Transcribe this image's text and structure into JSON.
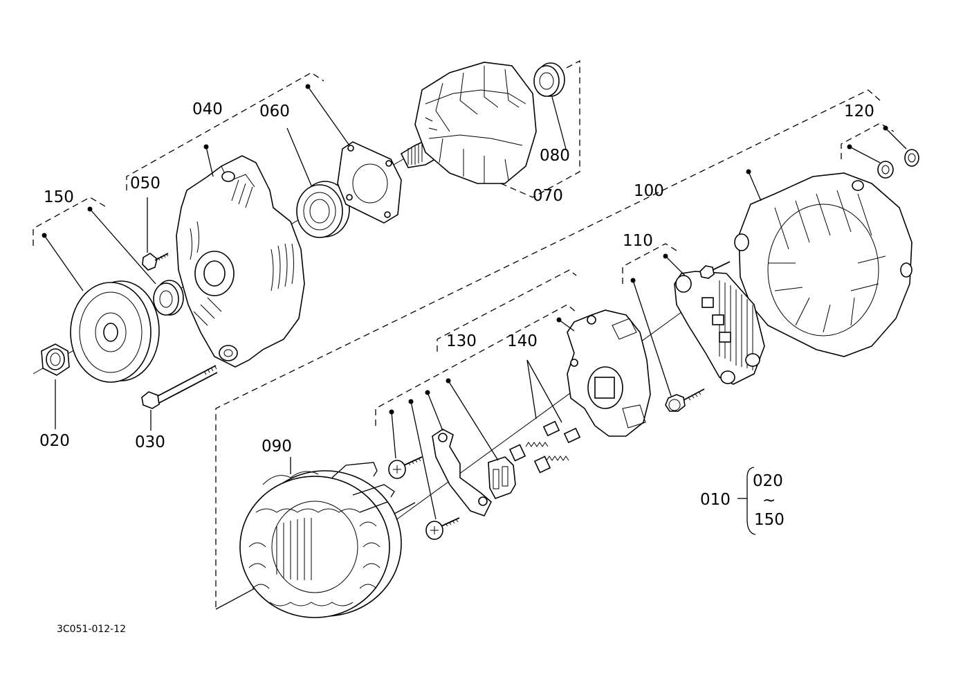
{
  "drawing_code": "3C051-012-12",
  "parts": {
    "p010": "010",
    "p020": "020",
    "p030": "030",
    "p040": "040",
    "p050": "050",
    "p060": "060",
    "p070": "070",
    "p080": "080",
    "p090": "090",
    "p100": "100",
    "p110": "110",
    "p120": "120",
    "p130": "130",
    "p140": "140",
    "p150": "150"
  },
  "assembly_range": {
    "from": "020",
    "tilde": "~",
    "to": "150"
  }
}
